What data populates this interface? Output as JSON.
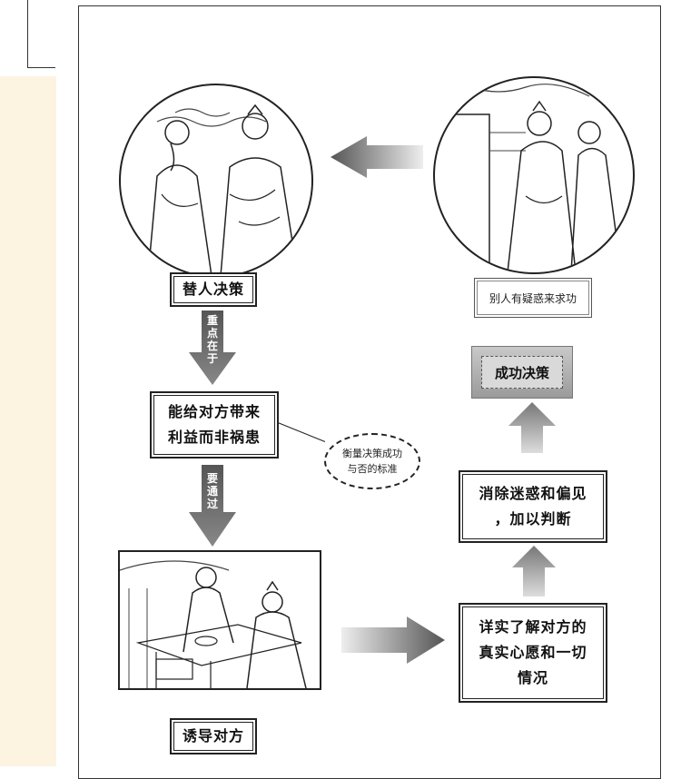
{
  "diagram": {
    "nodes": {
      "decide_for_others": "替人决策",
      "others_doubt": "别人有疑惑来求功",
      "benefit_line1": "能给对方带来",
      "benefit_line2": "利益而非祸患",
      "success": "成功决策",
      "remove_line1": "消除迷惑和偏见",
      "remove_line2": "，加以判断",
      "understand_line1": "详实了解对方的",
      "understand_line2": "真实心愿和一切",
      "understand_line3": "情况",
      "guide": "诱导对方"
    },
    "annotation_line1": "衡量决策成功",
    "annotation_line2": "与否的标准",
    "arrow_labels": {
      "key_in": "重点在于",
      "through": "要通过"
    }
  },
  "colors": {
    "arrow_dark": "#555555",
    "arrow_light": "#e6e6e6",
    "sidebar": "#fdf3e1"
  }
}
